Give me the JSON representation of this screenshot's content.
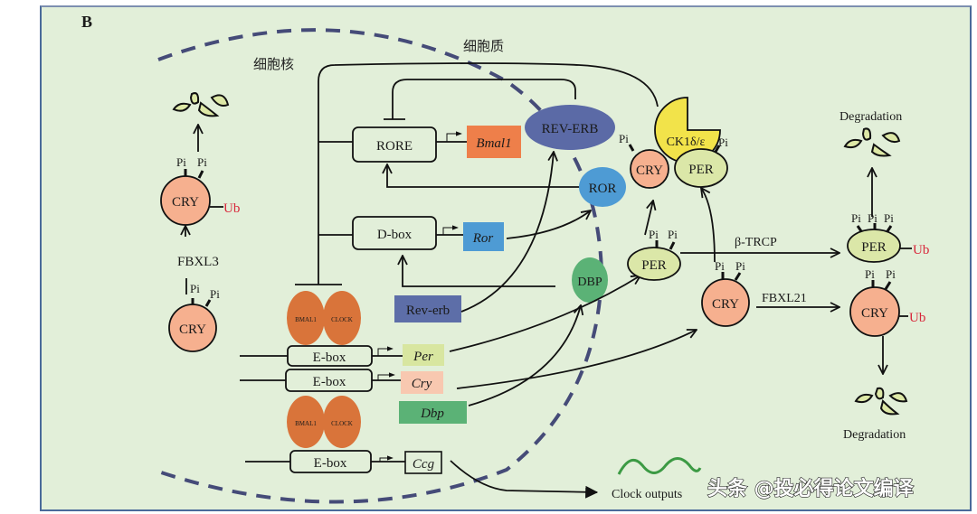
{
  "panel_label": "B",
  "compartments": {
    "nucleus": "细胞核",
    "cytoplasm": "细胞质"
  },
  "promoters": {
    "rore": "RORE",
    "dbox": "D-box",
    "ebox": "E-box"
  },
  "genes": {
    "bmal1": "Bmal1",
    "ror": "Ror",
    "rev_erb": "Rev-erb",
    "per": "Per",
    "cry": "Cry",
    "dbp": "Dbp",
    "ccg": "Ccg"
  },
  "proteins": {
    "rev_erb": "REV-ERB",
    "ror": "ROR",
    "dbp": "DBP",
    "per": "PER",
    "cry": "CRY",
    "ck1": "CK1δ/ε",
    "bmal1": "BMAL1",
    "clock": "CLOCK"
  },
  "modifiers": {
    "pi": "Pi",
    "ub": "Ub",
    "fbxl3": "FBXL3",
    "fbxl21": "FBXL21",
    "btrcp": "β-TRCP"
  },
  "outcomes": {
    "degradation": "Degradation",
    "clock_outputs": "Clock outputs"
  },
  "watermark": "头条 @投必得论文编译",
  "colors": {
    "background": "#e2efd9",
    "border": "#4a6a9a",
    "nucleus_dash": "#454b78",
    "bmal1_gene": "#ee7f4a",
    "rev_erb_protein": "#5b6aa6",
    "rev_erb_gene": "#5d6ea8",
    "ror": "#4e9bd4",
    "dbp": "#5bb276",
    "ck1": "#f2e34a",
    "cry": "#f6b08f",
    "per": "#dbe7a8",
    "per_gene": "#d8e6a0",
    "cry_gene": "#f8c8b0",
    "bmal_clock": "#d9743a",
    "ub": "#d8263a",
    "wave": "#3c9a44"
  }
}
